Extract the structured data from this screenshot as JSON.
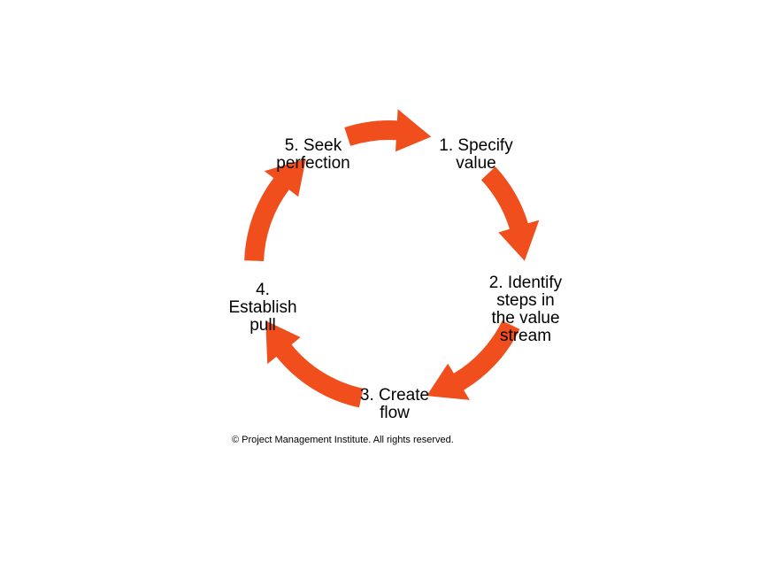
{
  "diagram": {
    "accent_color": "#f04e1c",
    "steps": [
      {
        "lines": [
          "1. Specify",
          "value"
        ]
      },
      {
        "lines": [
          "2. Identify",
          "steps in",
          "the value",
          "stream"
        ]
      },
      {
        "lines": [
          "3. Create",
          "flow"
        ]
      },
      {
        "lines": [
          "4.",
          "Establish",
          "pull"
        ]
      },
      {
        "lines": [
          "5. Seek",
          "perfection"
        ]
      }
    ],
    "arrows": [
      {
        "icon": "curved-arrow-icon",
        "from": "5. Seek perfection",
        "to": "1. Specify value"
      },
      {
        "icon": "curved-arrow-icon",
        "from": "1. Specify value",
        "to": "2. Identify steps in the value stream"
      },
      {
        "icon": "curved-arrow-icon",
        "from": "2. Identify steps in the value stream",
        "to": "3. Create flow"
      },
      {
        "icon": "curved-arrow-icon",
        "from": "3. Create flow",
        "to": "4. Establish pull"
      },
      {
        "icon": "curved-arrow-icon",
        "from": "4. Establish pull",
        "to": "5. Seek perfection"
      }
    ]
  },
  "footer": {
    "copyright": "© Project Management Institute. All rights reserved."
  }
}
